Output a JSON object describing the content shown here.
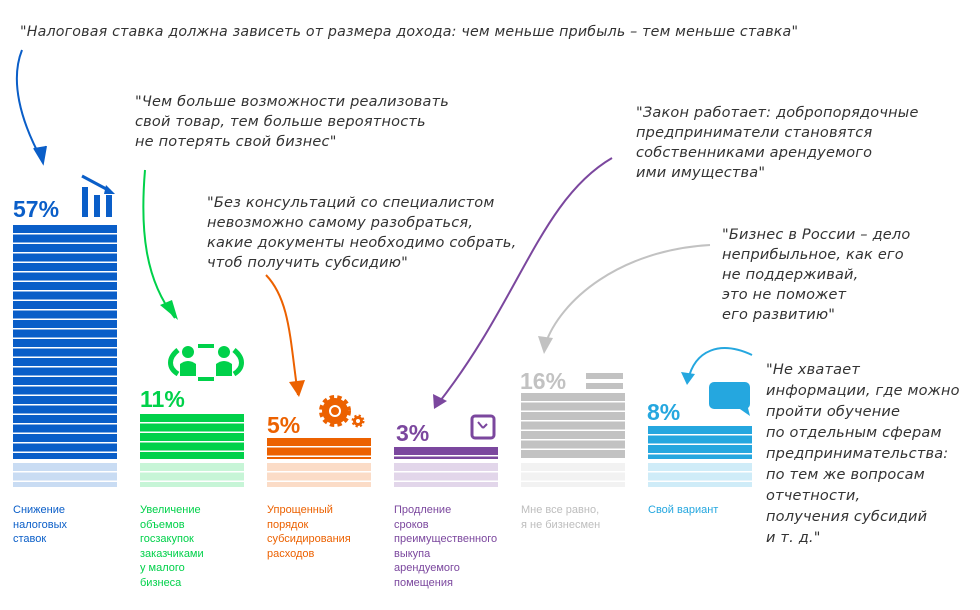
{
  "quotes": [
    "\"Налоговая ставка должна зависеть от размера дохода: чем меньше прибыль – тем меньше ставка\"",
    "\"Чем больше возможности реализовать\nсвой товар, тем больше вероятность\nне потерять свой бизнес\"",
    "\"Без консультаций со специалистом\nневозможно самому разобраться,\nкакие документы необходимо собрать,\nчтоб получить субсидию\"",
    "\"Закон работает: добропорядочные\nпредприниматели становятся\nсобственниками арендуемого\nими имущества\"",
    "\"Бизнес в России – дело\nнеприбыльное, как его\nне поддерживай,\nэто не поможет\nего развитию\"",
    "\"Не хватает\nинформации, где можно\nпройти обучение\nпо отдельным сферам\nпредпринимательства:\nпо тем же вопросам\nотчетности,\nполучения субсидий\nи т. д.\""
  ],
  "chart_data": {
    "type": "bar",
    "title": "",
    "xlabel": "",
    "ylabel": "",
    "ylim": [
      0,
      57
    ],
    "categories": [
      "Снижение\nналоговых\nставок",
      "Увеличение\nобъемов\nгосзакупок\nзаказчиками\nу малого\nбизнеса",
      "Упрощенный\nпорядок\nсубсидирования\nрасходов",
      "Продление\nсроков\nпреимущественного\nвыкупа\nарендуемого\nпомещения",
      "Мне все равно,\nя не бизнесмен",
      "Свой вариант"
    ],
    "values": [
      57,
      11,
      5,
      3,
      16,
      8
    ],
    "value_labels": [
      "57%",
      "11%",
      "5%",
      "3%",
      "16%",
      "8%"
    ],
    "colors": [
      "#0a5ec8",
      "#00d14a",
      "#ec6100",
      "#7b479e",
      "#c2c2c2",
      "#25a7df"
    ],
    "icons": [
      "chart-down-icon",
      "people-talk-icon",
      "gears-icon",
      "clock-icon",
      "list-icon",
      "speech-bubble-icon"
    ]
  }
}
